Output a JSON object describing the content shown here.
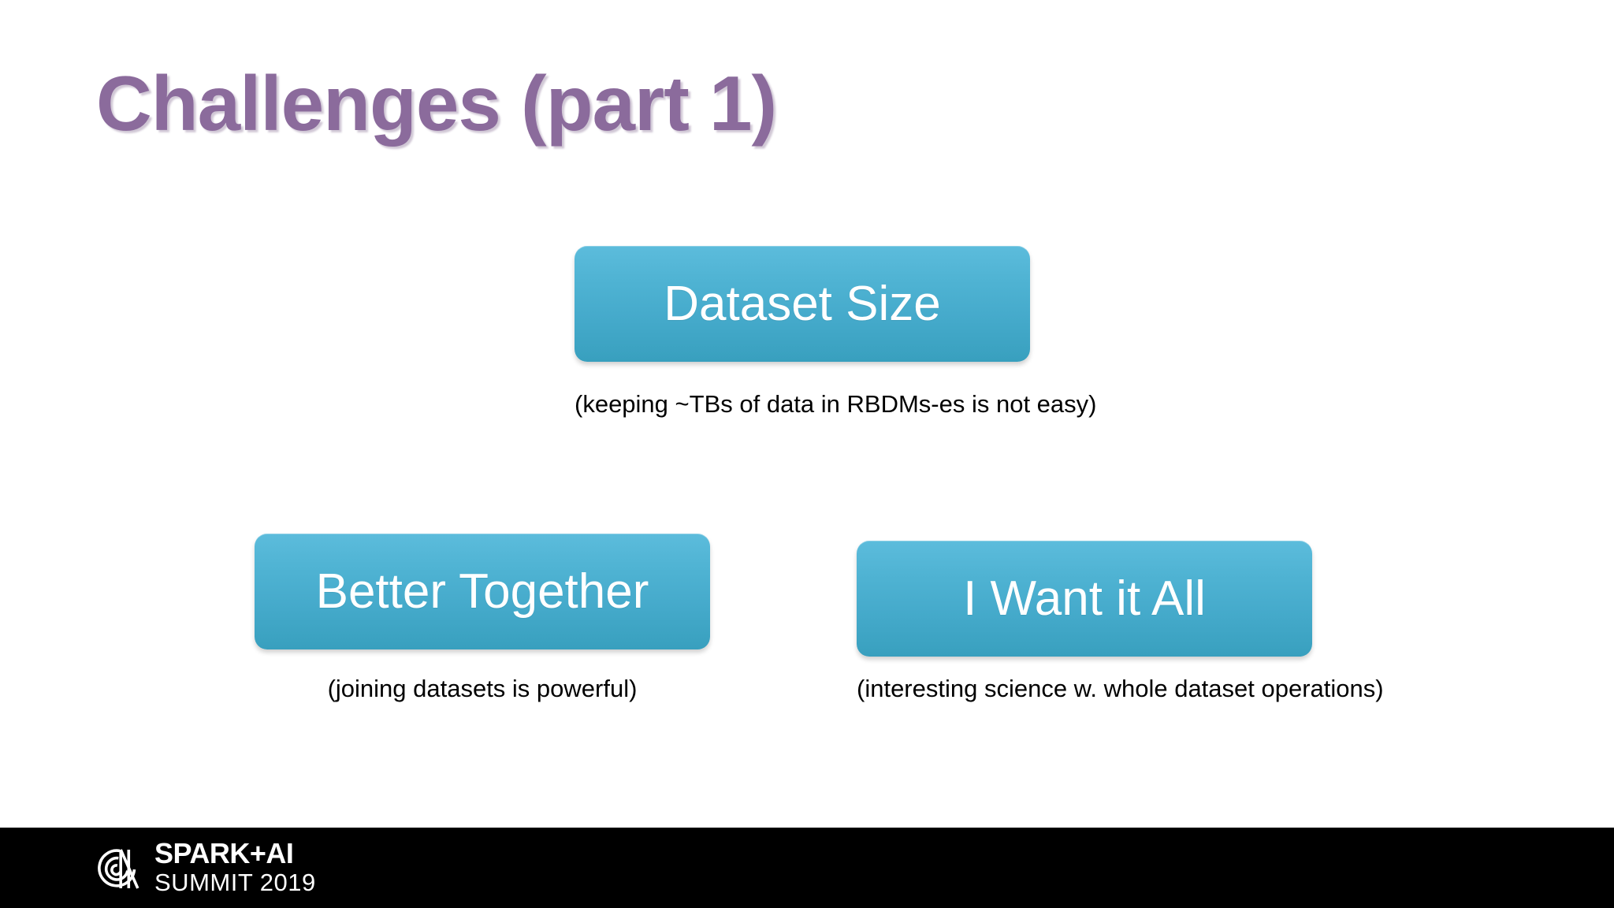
{
  "slide": {
    "title": "Challenges (part 1)",
    "background_color": "#ffffff",
    "title_color": "#8b6b9c"
  },
  "chips": [
    {
      "id": "dataset-size",
      "label": "Dataset Size",
      "caption": "(keeping ~TBs of data in RBDMs-es is not easy)",
      "fill_top_color": "#5cbcdc",
      "fill_bottom_color": "#389fbe",
      "label_color": "#ffffff"
    },
    {
      "id": "better-together",
      "label": "Better Together",
      "caption": "(joining datasets is powerful)",
      "fill_top_color": "#5cbcdc",
      "fill_bottom_color": "#389fbe",
      "label_color": "#ffffff"
    },
    {
      "id": "i-want-it-all",
      "label": "I Want it All",
      "caption": "(interesting science w. whole dataset operations)",
      "fill_top_color": "#5cbcdc",
      "fill_bottom_color": "#389fbe",
      "label_color": "#ffffff"
    }
  ],
  "footer": {
    "background_color": "#000000",
    "logo_icon": "spark-ai-summit-monogram-icon",
    "logo_line1": "SPARK+AI",
    "logo_line2": "SUMMIT 2019",
    "text_color": "#ffffff"
  }
}
